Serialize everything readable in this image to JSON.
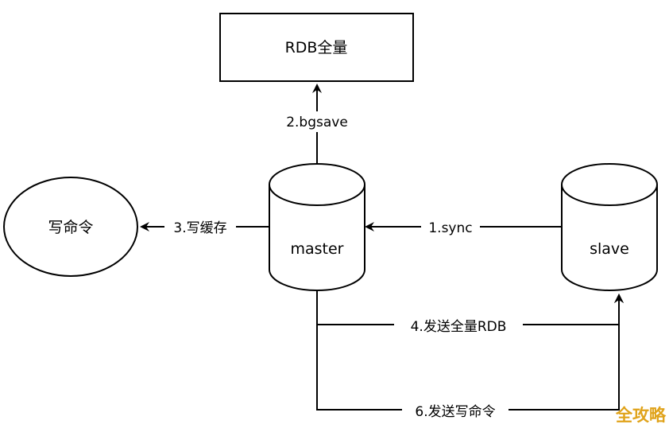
{
  "nodes": {
    "rdb": "RDB全量",
    "master": "master",
    "slave": "slave",
    "write_cmd": "写命令"
  },
  "edges": {
    "bgsave": "2.bgsave",
    "sync": "1.sync",
    "write_buffer": "3.写缓存",
    "send_rdb": "4.发送全量RDB",
    "send_cmd": "6.发送写命令"
  },
  "watermark": "全攻略",
  "colors": {
    "stroke": "#000000",
    "background": "#ffffff",
    "watermark": "#e0a31b"
  }
}
